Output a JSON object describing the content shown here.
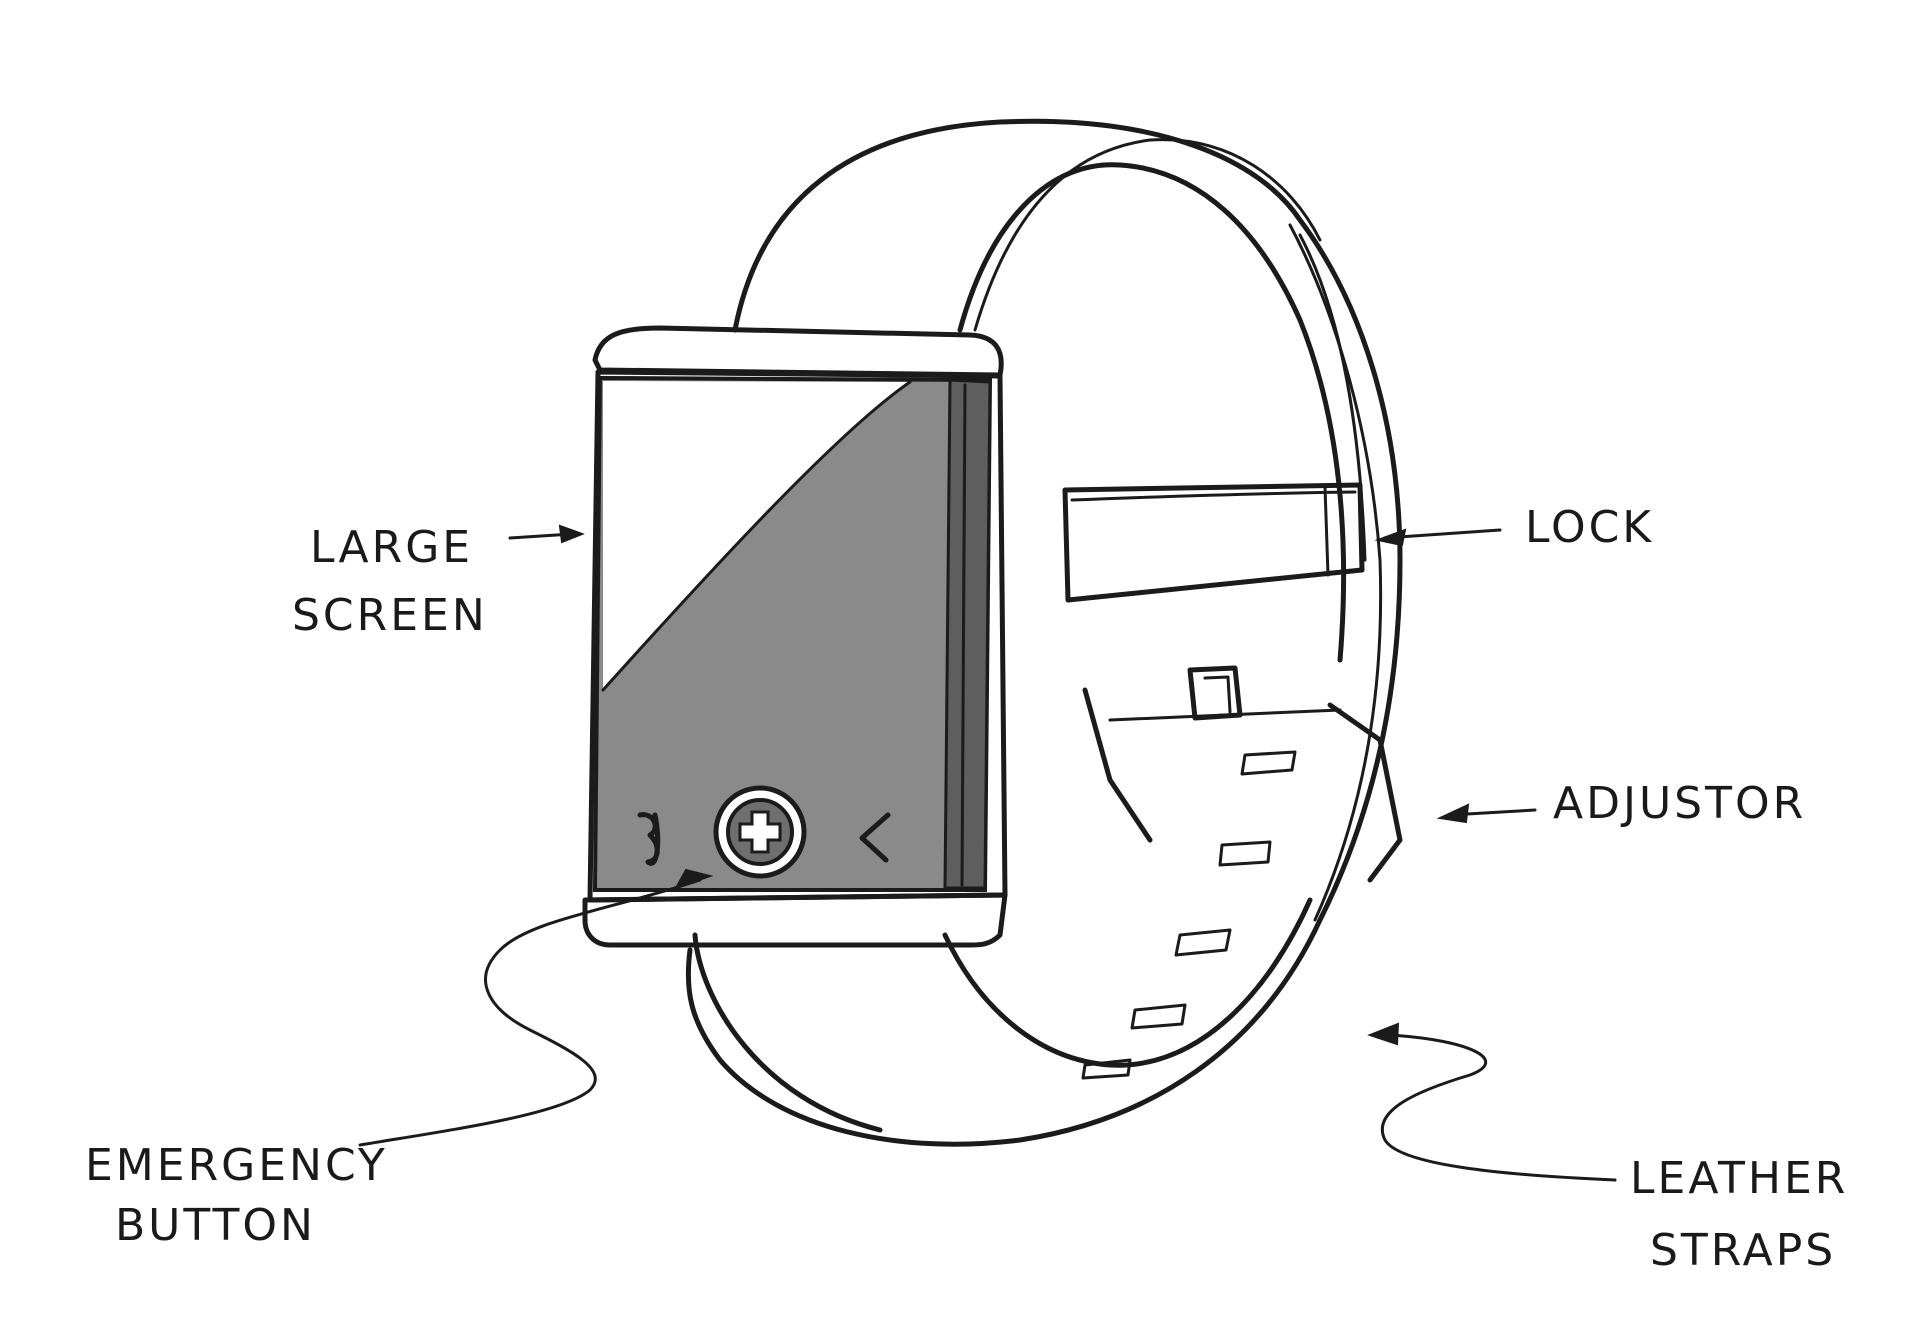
{
  "labels": {
    "large_screen_line1": "LARGE",
    "large_screen_line2": "SCREEN",
    "lock": "LOCK",
    "adjustor": "ADJUSTOR",
    "emergency_line1": "EMERGENCY",
    "emergency_line2": "BUTTON",
    "leather_line1": "LEATHER",
    "leather_line2": "STRAPS"
  },
  "colors": {
    "ink": "#1b1b1b",
    "screen_light": "#8a8a8a",
    "screen_dark": "#5e5e5e",
    "paper": "#ffffff"
  },
  "screen_icons": [
    "phone-icon",
    "emergency-plus-icon",
    "back-chevron-icon"
  ]
}
